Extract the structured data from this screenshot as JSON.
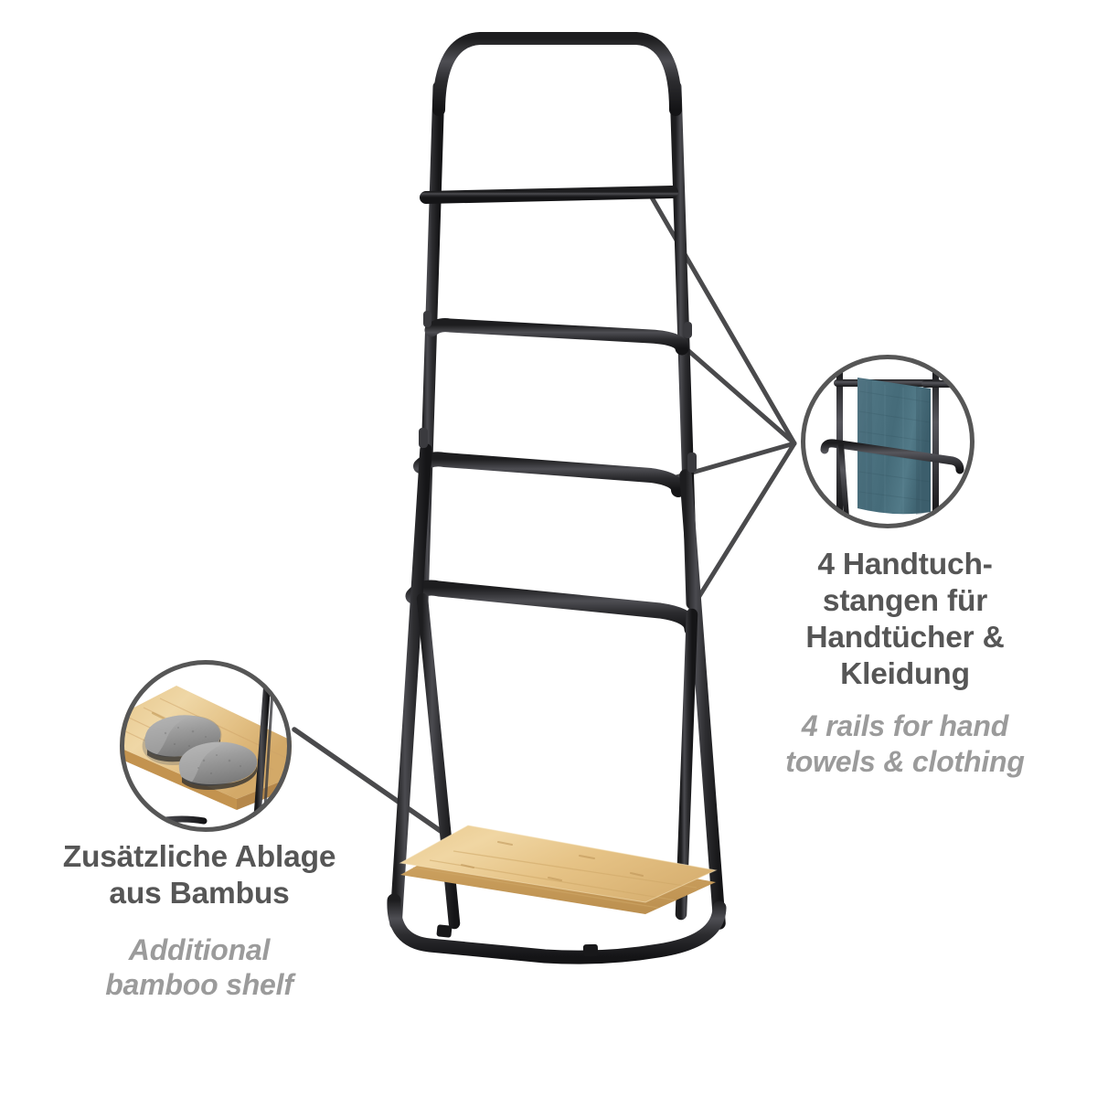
{
  "page": {
    "background_color": "#ffffff",
    "type": "product-feature-infographic",
    "product": "freestanding black metal towel rack with bamboo shelf"
  },
  "colors": {
    "frame_black": "#2b2b2d",
    "frame_black_light": "#55555a",
    "text_dark_gray": "#565656",
    "text_light_gray": "#9b9b9b",
    "circle_border_gray": "#565656",
    "leader_line_gray": "#4a4a4c",
    "bamboo_light": "#efd6a0",
    "bamboo_mid": "#e3bf7f",
    "bamboo_dark": "#cfa55f",
    "towel_teal": "#4f7280",
    "towel_teal_dark": "#3d5b68",
    "slipper_gray": "#a8a8a8",
    "slipper_gray_dark": "#7d7d7d"
  },
  "callouts": [
    {
      "id": "towel-rails",
      "icon": "towel-on-rails-photo",
      "position": "right",
      "de_lines": [
        "4 Handtuch-",
        "stangen für",
        "Handtücher &",
        "Kleidung"
      ],
      "en_lines": [
        "4 rails for hand",
        "towels & clothing"
      ],
      "de_text": "4 Handtuchstangen für Handtücher & Kleidung",
      "en_text": "4 rails for hand towels & clothing",
      "leader_count": 4
    },
    {
      "id": "bamboo-shelf",
      "icon": "slippers-on-bamboo-shelf-photo",
      "position": "left",
      "de_lines": [
        "Zusätzliche Ablage",
        "aus Bambus"
      ],
      "en_lines": [
        "Additional",
        "bamboo shelf"
      ],
      "de_text": "Zusätzliche Ablage aus Bambus",
      "en_text": "Additional bamboo shelf",
      "leader_count": 1
    }
  ],
  "product_parts": {
    "rails": [
      "rail-1-top",
      "rail-2",
      "rail-3",
      "rail-4"
    ],
    "rail_count": 4,
    "shelf": "bamboo-shelf",
    "frame": "black-metal-a-frame"
  }
}
